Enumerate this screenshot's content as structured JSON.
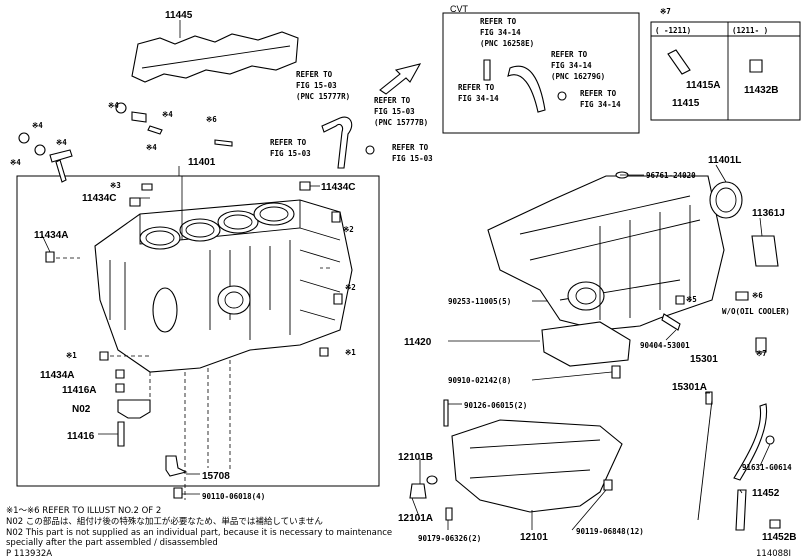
{
  "cvt_box_title": "CVT",
  "labels": {
    "p11445": "11445",
    "p11401": "11401",
    "p11434c_right": "11434C",
    "p11434c_left": "11434C",
    "p11434a": "11434A",
    "p11434a_lower": "11434A",
    "p11416a": "11416A",
    "n02": "N02",
    "p11416": "11416",
    "p15708": "15708",
    "p90110": "90110-06018(4)",
    "p11401l": "11401L",
    "p11361j": "11361J",
    "p96761": "96761-24020",
    "p90253": "90253-11005(5)",
    "p11420": "11420",
    "p90910": "90910-02142(8)",
    "p90404": "90404-53001",
    "p15301": "15301",
    "p15301a": "15301A",
    "p90126": "90126-06015(2)",
    "p12101b": "12101B",
    "p12101a": "12101A",
    "p12101": "12101",
    "p90179": "90179-06326(2)",
    "p90119": "90119-06848(12)",
    "p91631": "91631-G0614",
    "p11452": "11452",
    "p11452b": "11452B",
    "p11415a": "11415A",
    "p11415": "11415",
    "p11432b": "11432B",
    "woil": "W/O(OIL COOLER)",
    "star7_top": "※7",
    "star7_mid": "※7",
    "star4_a": "※4",
    "star4_b": "※4",
    "star4_c": "※4",
    "star4_d": "※4",
    "star4_e": "※4",
    "star6": "※6",
    "star6_right": "※6",
    "star5": "※5",
    "star3": "※3",
    "star2_a": "※2",
    "star2_b": "※2",
    "star1_a": "※1",
    "star1_b": "※1",
    "col_a": "(    -1211)",
    "col_b": "(1211-    )"
  },
  "refer_blocks": [
    {
      "lines": [
        "REFER TO",
        "FIG 34-14",
        "(PNC 16258E)"
      ]
    },
    {
      "lines": [
        "REFER TO",
        "FIG 34-14",
        "(PNC 16279G)"
      ]
    },
    {
      "lines": [
        "REFER TO",
        "FIG 34-14"
      ]
    },
    {
      "lines": [
        "REFER TO",
        "FIG 34-14"
      ]
    },
    {
      "lines": [
        "REFER TO",
        "FIG 15-03",
        "(PNC 15777R)"
      ]
    },
    {
      "lines": [
        "REFER TO",
        "FIG 15-03",
        "(PNC 15777B)"
      ]
    },
    {
      "lines": [
        "REFER TO",
        "FIG 15-03"
      ]
    },
    {
      "lines": [
        "REFER TO",
        "FIG 15-03"
      ]
    }
  ],
  "footnotes": [
    "※1～※6 REFER TO ILLUST NO.2 OF 2",
    "N02  この部品は、組付け後の特殊な加工が必要なため、単品では補給していません",
    "N02  This part is not supplied as an individual part, because it is necessary to maintenance",
    "      specially after the part assembled / disassembled"
  ],
  "illustration_id": "P 113932A",
  "figure_id": "114088I"
}
